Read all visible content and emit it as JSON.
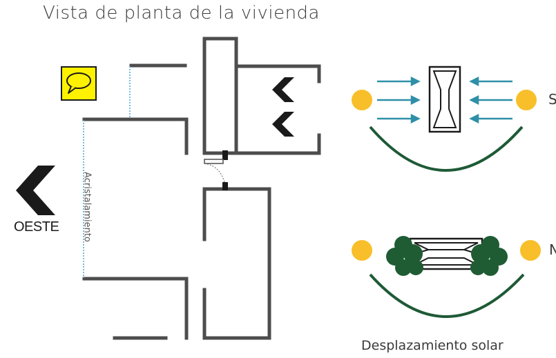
{
  "title": "Vista de planta de la vivienda",
  "west_label": "OESTE",
  "glazing_label": "Acristalamiento",
  "solar_caption": "Desplazamiento solar",
  "summer_label": "S",
  "winter_label": "N",
  "icons": {
    "comment": "speech-bubble-icon",
    "west_arrow": "chevron-left-icon",
    "sun": "sun-icon",
    "tree": "tree-icon"
  },
  "colors": {
    "wall": "#4d4d4d",
    "sun": "#f8bf2a",
    "ray": "#2f8fa8",
    "arc": "#1e5a36",
    "tree": "#1f5c33",
    "glazing": "#4aa3d6",
    "comment_bg": "#fff200"
  }
}
